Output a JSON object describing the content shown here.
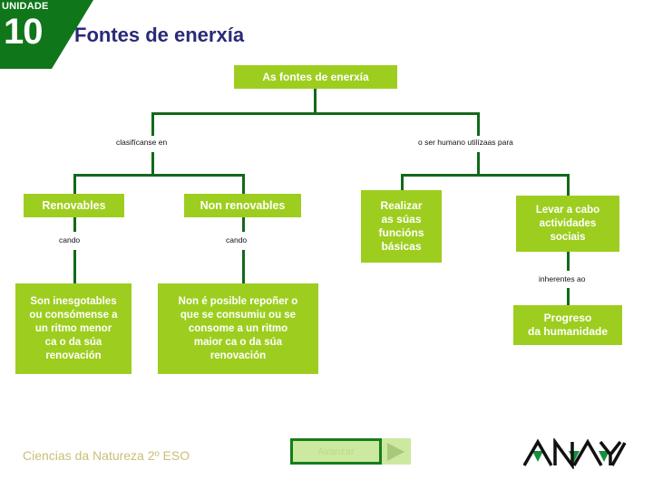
{
  "header": {
    "unit_label": "UNIDADE",
    "unit_number": "10",
    "title": "Fontes de enerxía"
  },
  "chart_data": {
    "type": "diagram",
    "title": "As fontes de enerxía",
    "nodes": [
      {
        "id": "root",
        "label": "As fontes de enerxía"
      },
      {
        "id": "renovables",
        "label": "Renovables"
      },
      {
        "id": "nonrenov",
        "label": "Non renovables"
      },
      {
        "id": "realizar",
        "label": "Realizar\nas súas\nfuncións\nbásicas"
      },
      {
        "id": "levar",
        "label": "Levar a cabo\nactividades\nsociais"
      },
      {
        "id": "inesgotables",
        "label": "Son inesgotables\nou consómense a\nun ritmo menor\nca o da súa\nrenovación"
      },
      {
        "id": "reponer",
        "label": "Non é posible repoñer o\nque se consumiu ou se\nconsome a un ritmo\nmaior ca o da súa\nrenovación"
      },
      {
        "id": "progreso",
        "label": "Progreso\nda humanidade"
      }
    ],
    "edge_labels": [
      {
        "id": "clasif",
        "text": "clasifícanse en"
      },
      {
        "id": "utiliza",
        "text": "o ser humano utilízaas para"
      },
      {
        "id": "cando_l",
        "text": "cando"
      },
      {
        "id": "cando_r",
        "text": "cando"
      },
      {
        "id": "inherentes",
        "text": "inherentes ao"
      }
    ],
    "colors": {
      "node_fill": "#9DCE1F",
      "node_text": "#FFFFFF",
      "connector": "#13691B",
      "header_green": "#10761A",
      "title_navy": "#2A2A78"
    }
  },
  "nodes": {
    "root": "As fontes de enerxía",
    "renovables": "Renovables",
    "non_renovables": "Non renovables",
    "realizar": "Realizar as súas funcións básicas",
    "levar": "Levar a cabo actividades sociais",
    "progreso": "Progreso da humanidade"
  },
  "node_lines": {
    "realizar": [
      "Realizar",
      "as súas",
      "funcións",
      "básicas"
    ],
    "levar": [
      "Levar a cabo",
      "actividades",
      "sociais"
    ],
    "inesgotables": [
      "Son inesgotables",
      "ou consómense a",
      "un ritmo menor",
      "ca o da súa",
      "renovación"
    ],
    "reponer": [
      "Non é posible repoñer o",
      "que se consumiu ou se",
      "consome a un ritmo",
      "maior ca o da súa",
      "renovación"
    ],
    "progreso": [
      "Progreso",
      "da humanidade"
    ]
  },
  "labels": {
    "clasificanse": "clasifícanse en",
    "utilizaas": "o ser humano utilízaas para",
    "cando_left": "cando",
    "cando_right": "cando",
    "inherentes": "inherentes ao"
  },
  "footer": {
    "subject": "Ciencias da Natureza 2º ESO",
    "advance_label": "Avanzar",
    "brand": "ANAYA"
  }
}
